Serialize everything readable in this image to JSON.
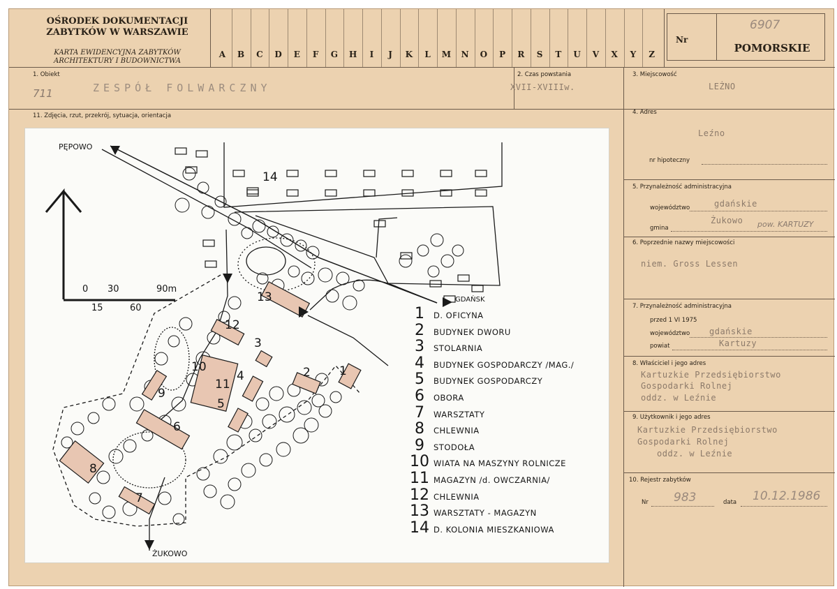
{
  "header": {
    "institution_line1": "OŚRODEK DOKUMENTACJI",
    "institution_line2": "ZABYTKÓW W WARSZAWIE",
    "card_title_line1": "KARTA EWIDENCYJNA ZABYTKÓW",
    "card_title_line2": "ARCHITEKTURY I BUDOWNICTWA",
    "letters": [
      "A",
      "B",
      "C",
      "D",
      "E",
      "F",
      "G",
      "H",
      "I",
      "J",
      "K",
      "L",
      "M",
      "N",
      "O",
      "P",
      "R",
      "S",
      "T",
      "U",
      "V",
      "X",
      "Y",
      "Z"
    ],
    "nr_label": "Nr",
    "nr_value": "6907",
    "region": "POMORSKIE"
  },
  "fields": {
    "obiekt_label": "1. Obiekt",
    "obiekt_handnote": "711",
    "obiekt_value": "ZESPÓŁ FOLWARCZNY",
    "czas_label": "2. Czas powstania",
    "czas_value": "XVII-XVIIIw.",
    "miejscowosc_label": "3. Miejscowość",
    "miejscowosc_value": "LEŻNO",
    "zdjecia_label": "11. Zdjęcia, rzut, przekrój, sytuacja, orientacja",
    "adres_label": "4. Adres",
    "adres_value": "Leźno",
    "hipoteczny_label": "nr hipoteczny",
    "przynaleznosc_label": "5. Przynależność administracyjna",
    "wojewodztwo_label": "województwo",
    "wojewodztwo_value": "gdańskie",
    "gmina_label": "gmina",
    "gmina_value": "Żukowo",
    "gmina_handnote": "pow. KARTUZY",
    "poprzednie_label": "6. Poprzednie nazwy miejscowości",
    "poprzednie_value": "niem. Gross Lessen",
    "przynaleznosc1975_label": "7. Przynależność administracyjna",
    "przed_label": "przed 1 VI 1975",
    "wojewodztwo2_label": "województwo",
    "wojewodztwo2_value": "gdańskie",
    "powiat_label": "powiat",
    "powiat_value": "Kartuzy",
    "wlasciciel_label": "8. Właściciel i jego adres",
    "wlasciciel_line1": "Kartuzkie Przedsiębiorstwo",
    "wlasciciel_line2": "Gospodarki Rolnej",
    "wlasciciel_line3": "oddz. w Leźnie",
    "uzytkownik_label": "9. Użytkownik i jego adres",
    "uzytkownik_line1": "Kartuzkie Przedsiębiorstwo",
    "uzytkownik_line2": "Gospodarki Rolnej",
    "uzytkownik_line3": "oddz. w Leźnie",
    "rejestr_label": "10. Rejestr zabytków",
    "rejestr_nr_label": "Nr",
    "rejestr_nr_value": "983",
    "rejestr_data_label": "data",
    "rejestr_data_value": "10.12.1986"
  },
  "map": {
    "place_pepowo": "PĘPOWO",
    "place_gdansk": "GDAŃSK",
    "place_zukowo": "ŻUKOWO",
    "scale_0": "0",
    "scale_30": "30",
    "scale_90": "90m",
    "scale_15": "15",
    "scale_60": "60",
    "legend": [
      {
        "num": "1",
        "text": "D. OFICYNA"
      },
      {
        "num": "2",
        "text": "BUDYNEK DWORU"
      },
      {
        "num": "3",
        "text": "STOLARNIA"
      },
      {
        "num": "4",
        "text": "BUDYNEK GOSPODARCZY /MAG./"
      },
      {
        "num": "5",
        "text": "BUDYNEK GOSPODARCZY"
      },
      {
        "num": "6",
        "text": "OBORA"
      },
      {
        "num": "7",
        "text": "WARSZTATY"
      },
      {
        "num": "8",
        "text": "CHLEWNIA"
      },
      {
        "num": "9",
        "text": "STODOŁA"
      },
      {
        "num": "10",
        "text": "WIATA NA MASZYNY ROLNICZE"
      },
      {
        "num": "11",
        "text": "MAGAZYN /d. OWCZARNIA/"
      },
      {
        "num": "12",
        "text": "CHLEWNIA"
      },
      {
        "num": "13",
        "text": "WARSZTATY - MAGAZYN"
      },
      {
        "num": "14",
        "text": "D. KOLONIA MIESZKANIOWA"
      }
    ],
    "building_labels": [
      "1",
      "2",
      "3",
      "4",
      "5",
      "6",
      "7",
      "8",
      "9",
      "10",
      "11",
      "12",
      "13",
      "14"
    ]
  }
}
